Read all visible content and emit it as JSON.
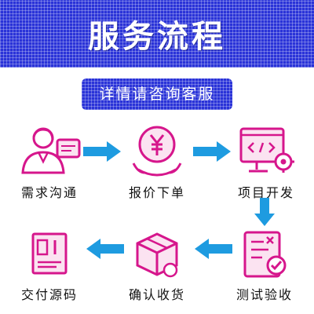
{
  "header": {
    "title": "服务流程"
  },
  "consult": {
    "label": "详情请咨询客服"
  },
  "steps": [
    {
      "label": "需求沟通",
      "icon": "consultant-person-icon"
    },
    {
      "label": "报价下单",
      "icon": "yuan-price-icon"
    },
    {
      "label": "项目开发",
      "icon": "code-gear-icon"
    },
    {
      "label": "测试验收",
      "icon": "checklist-tools-icon"
    },
    {
      "label": "确认收货",
      "icon": "package-box-icon"
    },
    {
      "label": "交付源码",
      "icon": "file-01-icon"
    }
  ],
  "colors": {
    "banner": "#2a33d8",
    "icon_pink": "#d6168c",
    "arrow_blue": "#1e9be0"
  }
}
